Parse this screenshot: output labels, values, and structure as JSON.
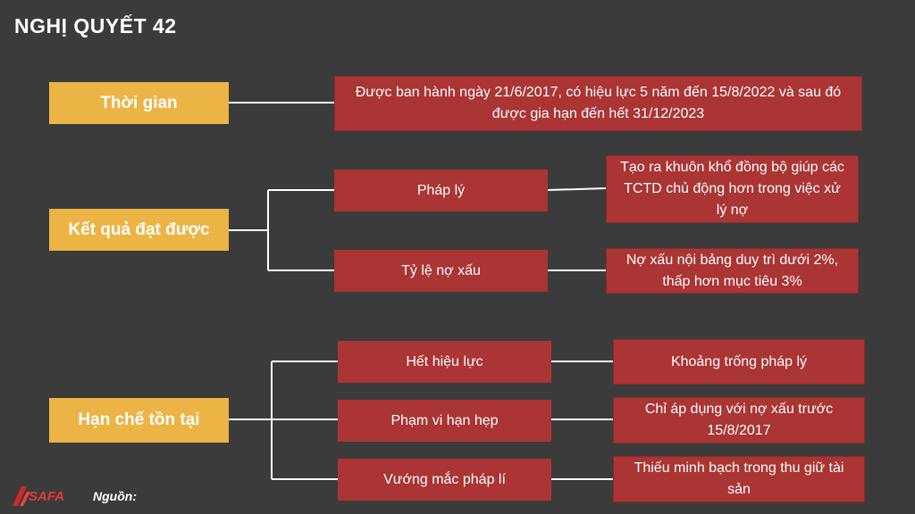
{
  "title": "NGHỊ QUYẾT 42",
  "colors": {
    "background": "#3b3b3b",
    "category": "#ecb445",
    "node": "#ab3434",
    "line": "#ffffff"
  },
  "categories": [
    {
      "label": "Thời gian",
      "detail": "Được ban hành ngày 21/6/2017, có hiệu lực 5 năm đến 15/8/2022 và sau đó được gia hạn đến hết 31/12/2023"
    },
    {
      "label": "Kết quả đạt được",
      "children": [
        {
          "label": "Pháp lý",
          "detail": "Tạo ra khuôn khổ đồng bộ giúp các TCTD chủ động hơn trong việc xử lý nợ"
        },
        {
          "label": "Tỷ lệ nợ xấu",
          "detail": "Nợ xấu nội bảng duy trì dưới 2%, thấp hơn mục tiêu 3%"
        }
      ]
    },
    {
      "label": "Hạn chế tồn tại",
      "children": [
        {
          "label": "Hết hiệu lực",
          "detail": "Khoảng trống pháp lý"
        },
        {
          "label": "Phạm vi hạn hẹp",
          "detail": "Chỉ áp dụng với nợ xấu trước 15/8/2017"
        },
        {
          "label": "Vướng mắc pháp lí",
          "detail": "Thiếu minh bạch trong thu giữ tài sản"
        }
      ]
    }
  ],
  "footer": {
    "logo_text": "SAFA",
    "source_label": "Nguồn:"
  }
}
